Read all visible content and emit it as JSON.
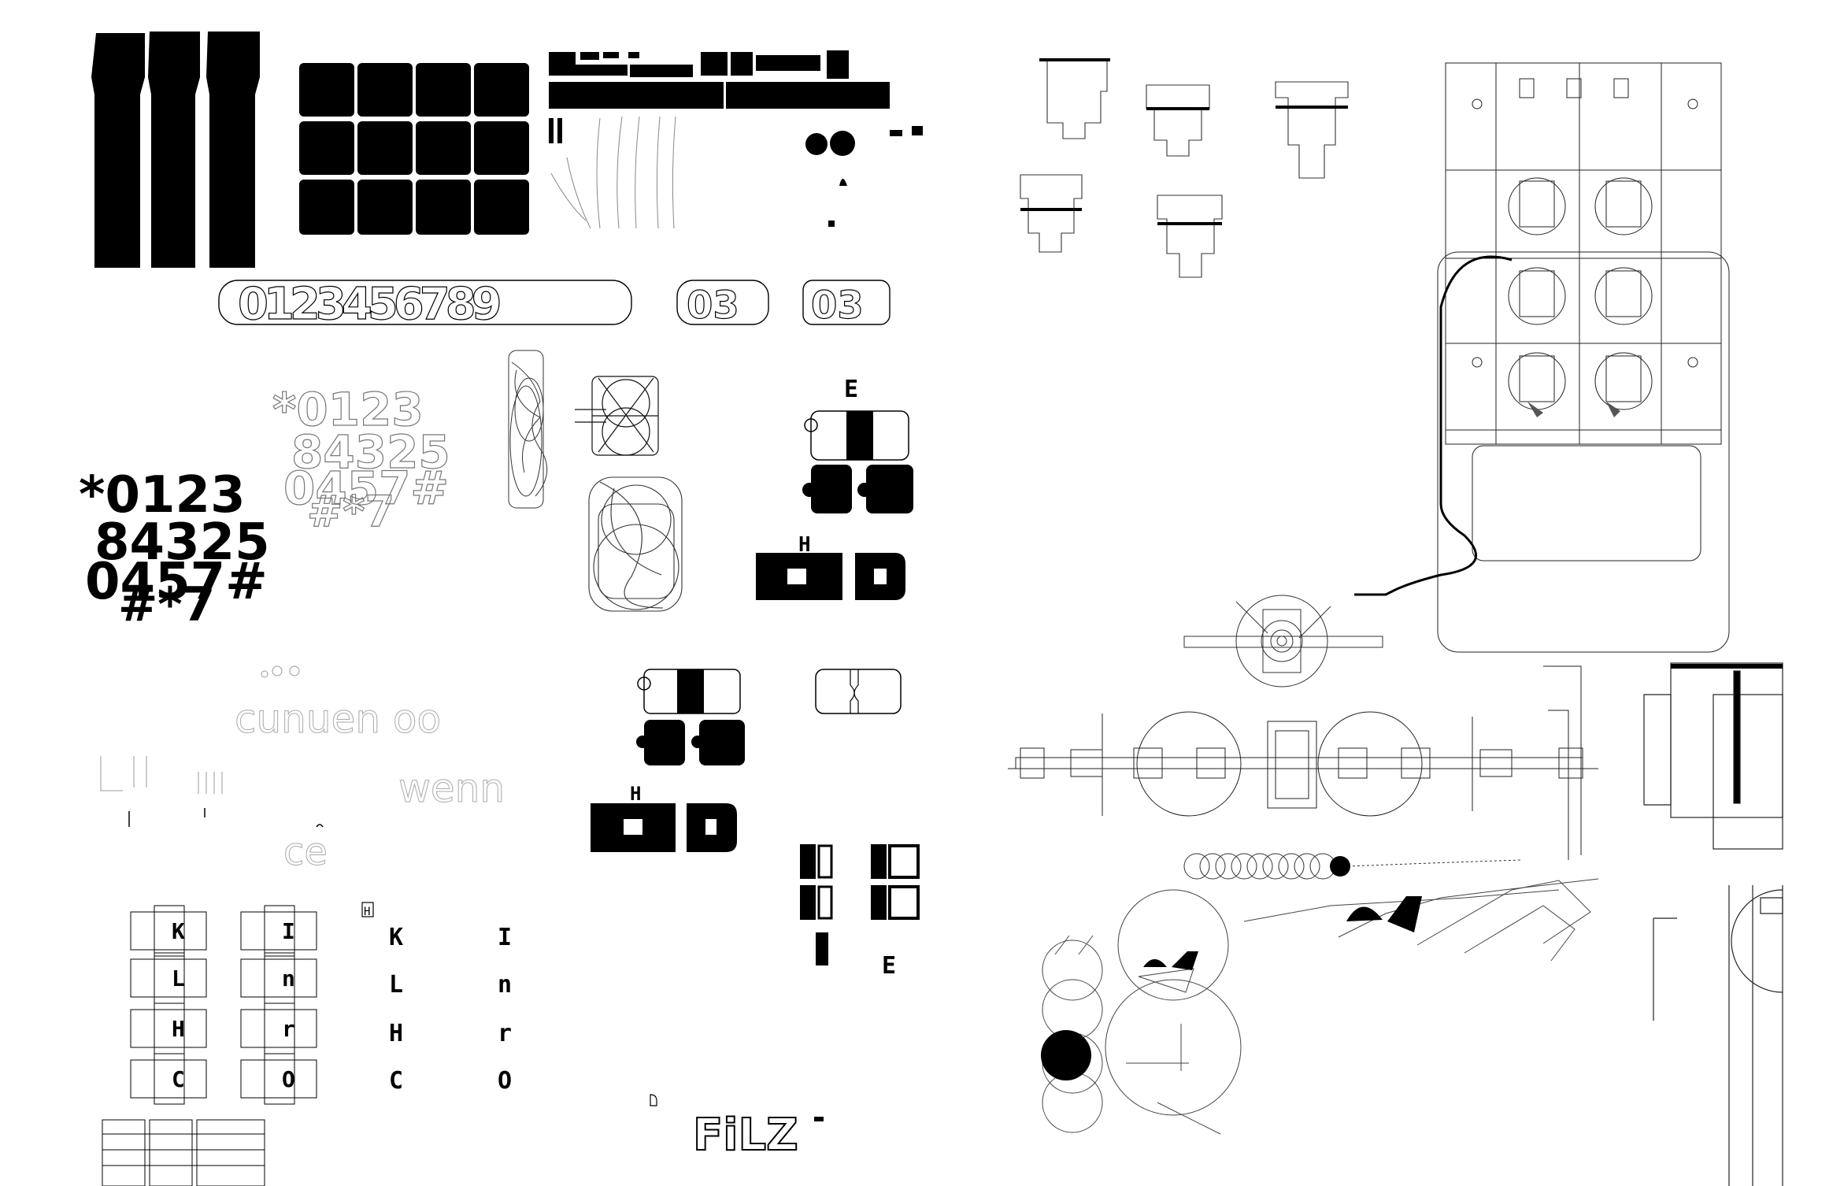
{
  "sheet": {
    "colors": {
      "ink": "#000000",
      "paper": "#ffffff",
      "faint": "#9a9a9a"
    },
    "digits_outlined": "0123456789",
    "digit_pair_a": "03",
    "digit_pair_b": "03",
    "cluster_solid": [
      "*0123",
      "84325",
      "0457#",
      "#*7"
    ],
    "cluster_outline": [
      "*0123",
      "84325",
      "0457#",
      "#*7"
    ],
    "letter_e_top": "E",
    "letter_h_top": "H",
    "letter_h_mid": "H",
    "letter_e_bottom": "E",
    "faint_words": [
      "cunuen oo",
      "wenn",
      "ce"
    ],
    "glyph_rows_left": [
      "K",
      "L",
      "H",
      "C"
    ],
    "glyph_rows_right": [
      "I",
      "n",
      "r",
      "O"
    ],
    "logo_text": "FiLZ",
    "small_box_label": "H"
  }
}
